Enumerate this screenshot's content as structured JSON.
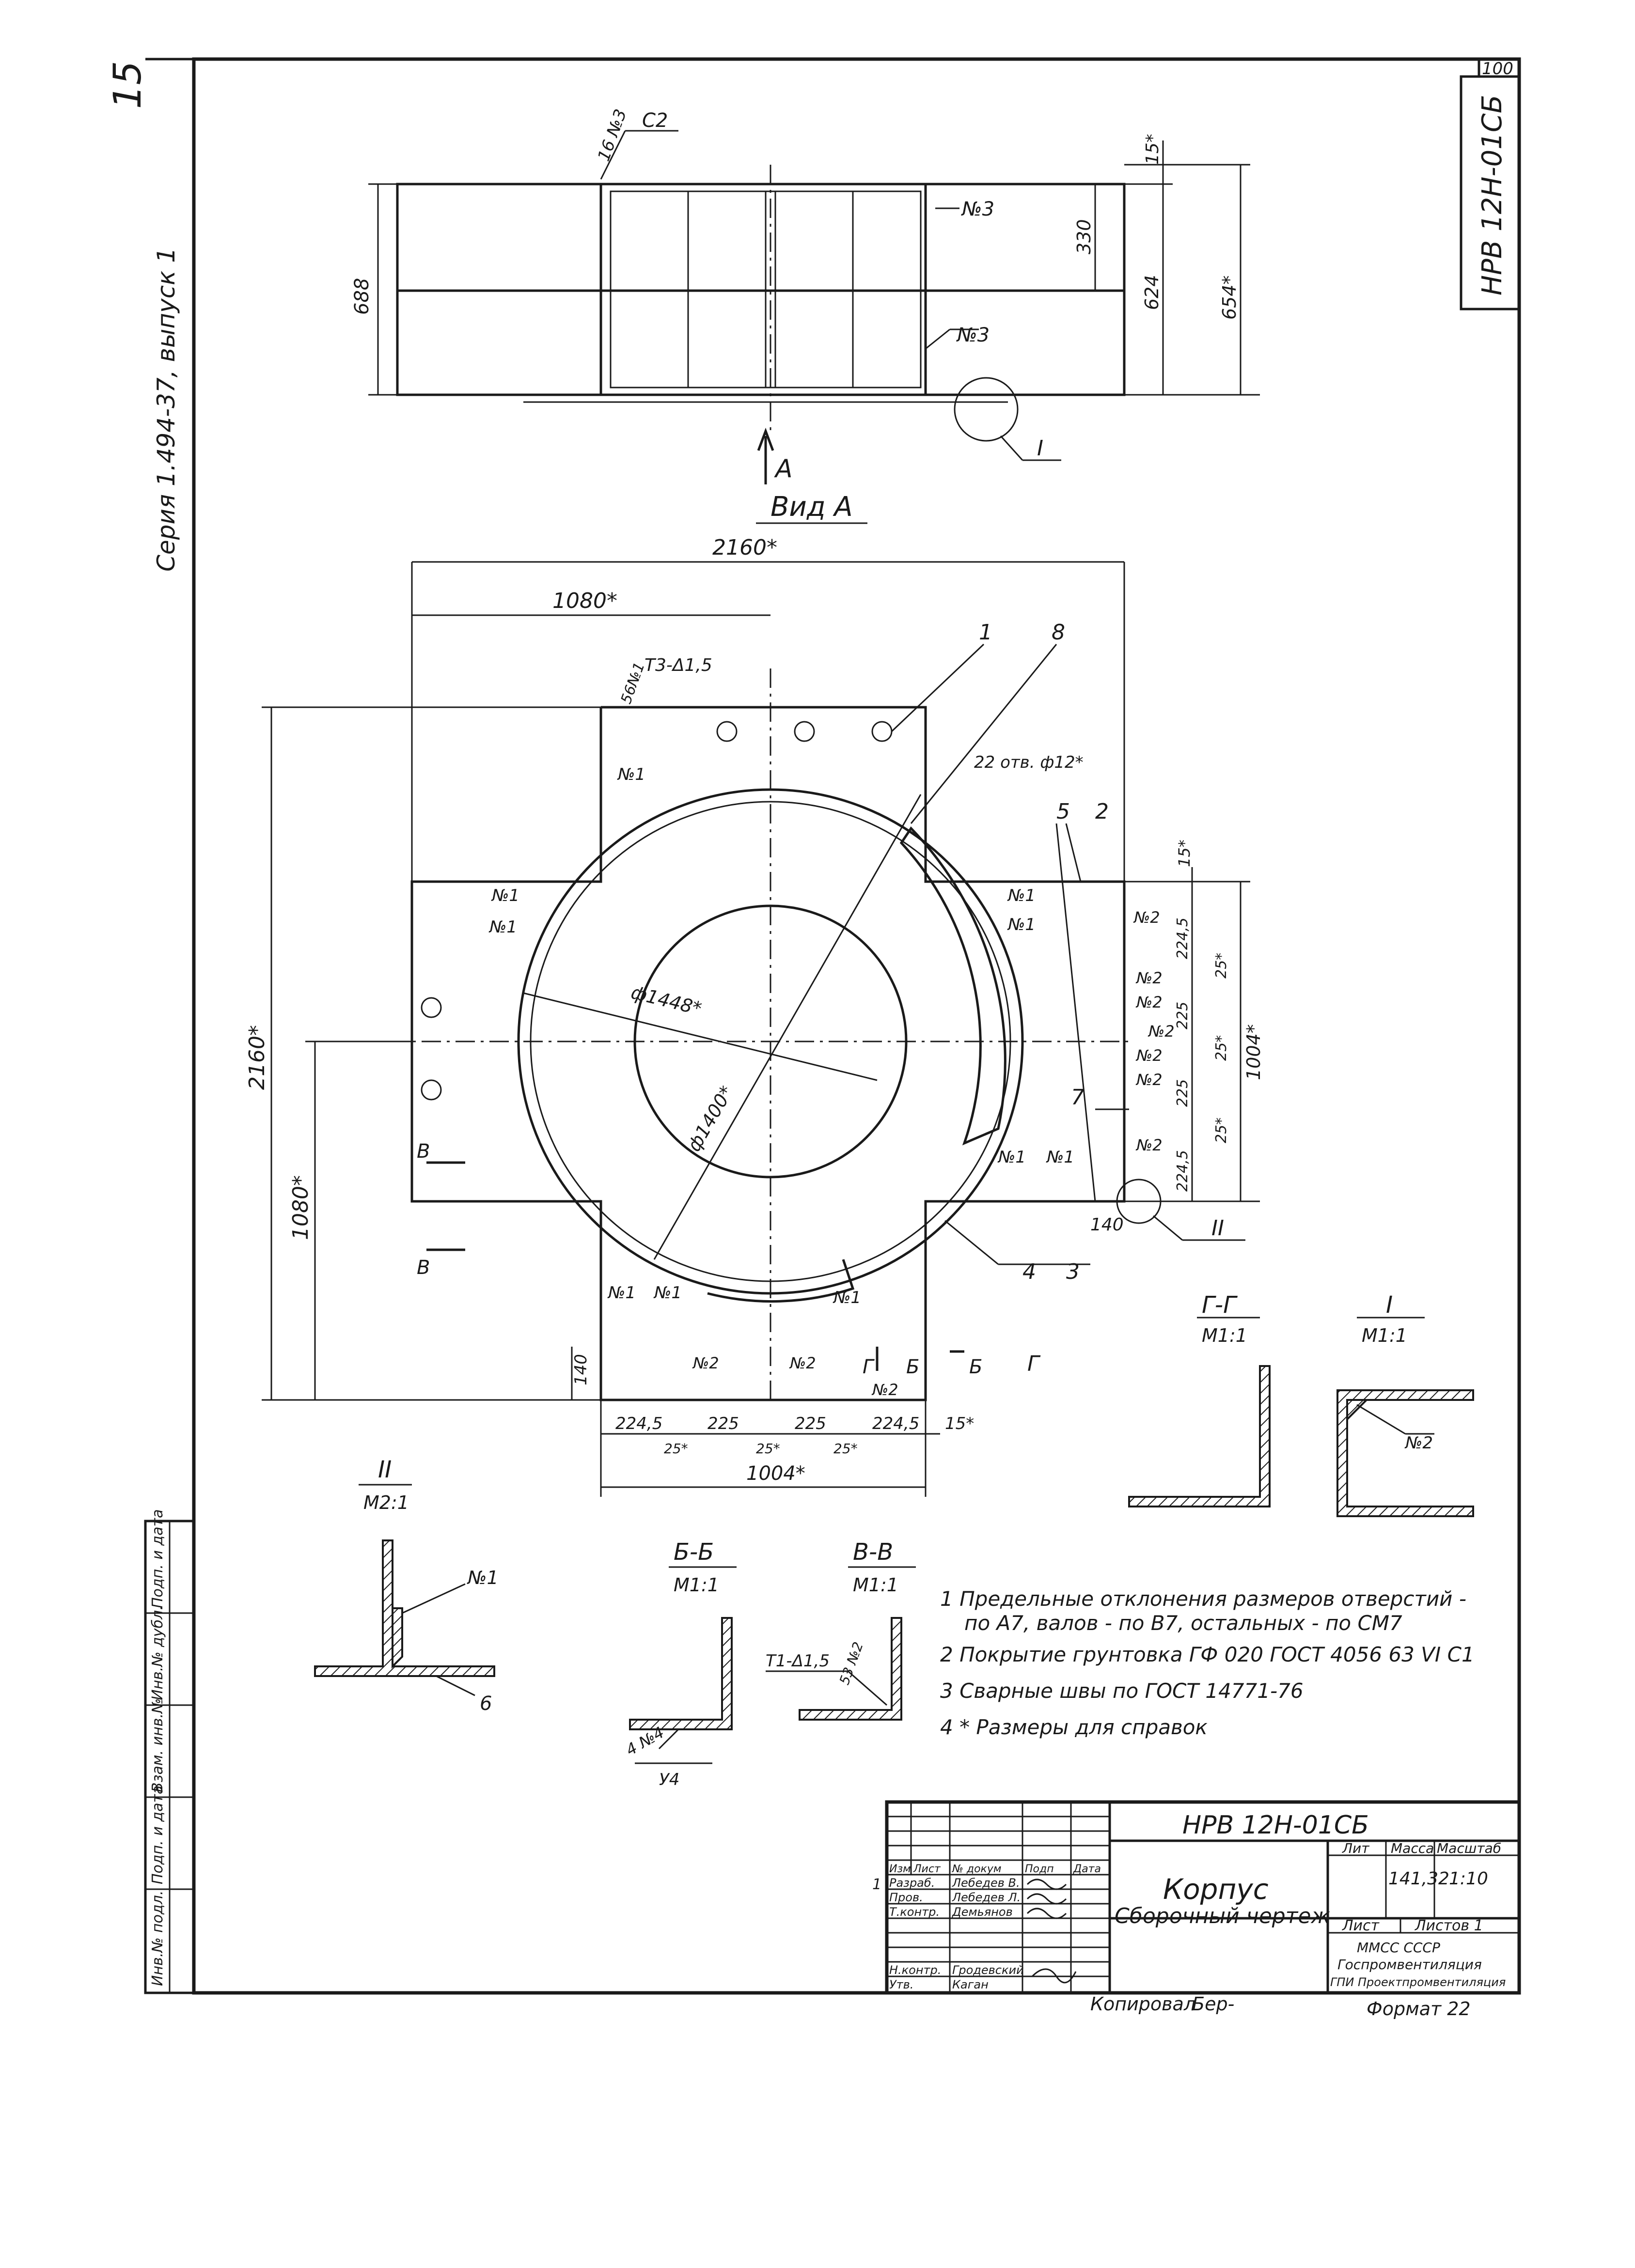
{
  "sheet": {
    "number": "15",
    "corner_number": "100",
    "series": "Серия 1.494-37, выпуск 1",
    "doc_code_vertical": "НРВ 12Н-01СБ",
    "copied_by": "Копировал",
    "copier": "Бер-",
    "format": "Формат 22"
  },
  "top_view": {
    "item_16n3": "16 №3",
    "item_s2": "С2",
    "item_n3_upper": "№3",
    "item_n3_lower": "№3",
    "dim_688": "688",
    "dim_15": "15*",
    "dim_330": "330",
    "dim_624": "624",
    "dim_654": "654*",
    "callout_I": "I",
    "arrow_A": "А"
  },
  "view_a": {
    "title": "Вид А",
    "dim_2160_top": "2160*",
    "dim_1080_top": "1080*",
    "dim_2160_left": "2160*",
    "dim_1080_left": "1080*",
    "weld_t3": "Т3-Δ1,5",
    "weld_56n1": "56№1",
    "holes": "22 отв. ф12*",
    "pos_1": "1",
    "pos_8": "8",
    "pos_5": "5",
    "pos_2": "2",
    "pos_7": "7",
    "pos_4": "4",
    "pos_3": "3",
    "diam_1448": "ф1448*",
    "diam_1400": "ф1400*",
    "n1_a": "№1",
    "n1_b": "№1",
    "n1_c": "№1",
    "n1_d": "№1",
    "n1_e": "№1",
    "n1_f": "№1",
    "n1_g": "№1",
    "n1_h": "№1",
    "n1_i": "№1",
    "n1_j": "№1",
    "n2_a": "№2",
    "n2_b": "№2",
    "n2_c": "№2",
    "n2_d": "№2",
    "n2_e": "№2",
    "n2_f": "№2",
    "n2_g": "№2",
    "n2_h": "№2",
    "n2_i": "№2",
    "n2_j": "№2",
    "dim_15_r": "15*",
    "dim_2245_a": "224,5",
    "dim_225_a": "225",
    "dim_225_b": "225",
    "dim_2245_b": "224,5",
    "dim_25_a": "25*",
    "dim_25_b": "25*",
    "dim_25_c": "25*",
    "dim_1004_r": "1004*",
    "dim_140_r": "140",
    "callout_II": "II",
    "dim_140_b": "140",
    "b_dim_2245_a": "224,5",
    "b_dim_225_a": "225",
    "b_dim_225_b": "225",
    "b_dim_2245_b": "224,5",
    "b_dim_15": "15*",
    "b_dim_25_a": "25*",
    "b_dim_25_b": "25*",
    "b_dim_25_c": "25*",
    "dim_1004_b": "1004*",
    "sec_B": "Б",
    "sec_B2": "Б",
    "sec_G": "Г",
    "sec_G2": "Г",
    "sec_V": "В",
    "sec_V2": "В"
  },
  "sections": {
    "gg_title": "Г-Г",
    "gg_scale": "М1:1",
    "i_title": "I",
    "i_scale": "М1:1",
    "i_n2": "№2",
    "ii_title": "II",
    "ii_scale": "М2:1",
    "ii_n1": "№1",
    "ii_pos6": "6",
    "bb_title": "Б-Б",
    "bb_scale": "М1:1",
    "bb_4n4": "4 №4",
    "bb_u4": "У4",
    "vv_title": "В-В",
    "vv_scale": "М1:1",
    "vv_weld": "Т1-Δ1,5",
    "vv_n2": "53 №2"
  },
  "notes": [
    "1 Предельные отклонения размеров отверстий -",
    "по А7, валов - по В7, остальных - по СМ7",
    "2 Покрытие грунтовка ГФ 020 ГОСТ 4056 63 VI С1",
    "3 Сварные швы по ГОСТ 14771-76",
    "4 * Размеры для справок"
  ],
  "left_strip": [
    "Инв.№ подл.",
    "Подп. и дата",
    "Взам. инв.№",
    "Инв.№ дубл.",
    "Подп. и дата"
  ],
  "title_block": {
    "code": "НРВ 12Н-01СБ",
    "name": "Корпус",
    "doc_type": "Сборочный чертеж",
    "lit": "Лит",
    "mass": "Масса",
    "scale_label": "Масштаб",
    "mass_value": "141,32",
    "scale_value": "1:10",
    "sheet": "Лист",
    "sheets": "Листов 1",
    "org_1": "ММСС  СССР",
    "org_2": "Госпромвентиляция",
    "org_3": "ГПИ Проектпромвентиляция",
    "hdr_izm": "Изм",
    "hdr_list": "Лист",
    "hdr_doc": "№ докум",
    "hdr_podp": "Подп",
    "hdr_date": "Дата",
    "rows": [
      {
        "role": "Разраб.",
        "name": "Лебедев В."
      },
      {
        "role": "Пров.",
        "name": "Лебедев Л."
      },
      {
        "role": "Т.контр.",
        "name": "Демьянов"
      },
      {
        "role": "Н.контр.",
        "name": "Гродевский"
      },
      {
        "role": "Утв.",
        "name": "Каган"
      }
    ],
    "mark_1": "1"
  }
}
